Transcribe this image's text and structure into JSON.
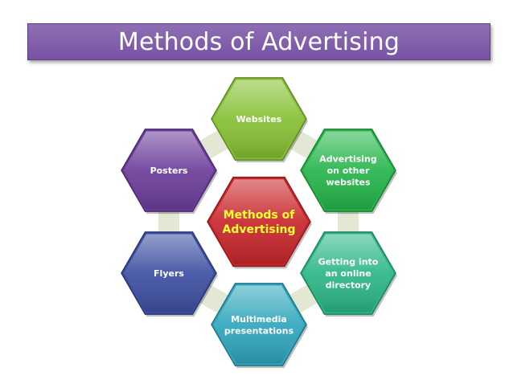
{
  "title": "Methods of Advertising",
  "center": {
    "lines": [
      "Methods of",
      "Advertising"
    ],
    "color": "#c8262b"
  },
  "items": [
    {
      "lines": [
        "Websites"
      ],
      "color": "#86c033"
    },
    {
      "lines": [
        "Advertising",
        "on other",
        "websites"
      ],
      "color": "#25b54a"
    },
    {
      "lines": [
        "Getting into",
        "an online",
        "directory"
      ],
      "color": "#2bb785"
    },
    {
      "lines": [
        "Multimedia",
        "presentations"
      ],
      "color": "#2fa6bd"
    },
    {
      "lines": [
        "Flyers"
      ],
      "color": "#3d4fa2"
    },
    {
      "lines": [
        "Posters"
      ],
      "color": "#6b3d9a"
    }
  ]
}
